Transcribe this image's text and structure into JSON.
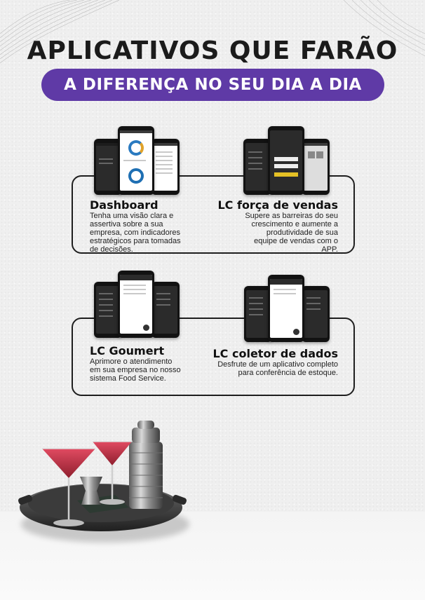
{
  "heading": {
    "line1": "APLICATIVOS QUE FARÃO",
    "line2": "A DIFERENÇA NO SEU DIA A DIA"
  },
  "apps": [
    {
      "title": "Dashboard",
      "desc": [
        "Tenha uma visão clara e",
        "assertiva sobre a sua",
        "empresa, com indicadores",
        "estratégicos para tomadas",
        "de decisões."
      ]
    },
    {
      "title": "LC força de vendas",
      "desc": [
        "Supere as barreiras do seu",
        "crescimento e aumente  a",
        "produtividade de sua",
        "equipe de vendas com o",
        "APP."
      ]
    },
    {
      "title": "LC Goumert",
      "desc": [
        "Aprimore o atendimento",
        "em sua empresa no nosso",
        "sistema Food Service."
      ]
    },
    {
      "title": "LC coletor de dados",
      "desc": [
        "Desfrute de um aplicativo completo",
        "para conferência de estoque."
      ]
    }
  ],
  "colors": {
    "accent": "#5f3aa6",
    "outline": "#1e1e1e",
    "background": "#efefef"
  }
}
